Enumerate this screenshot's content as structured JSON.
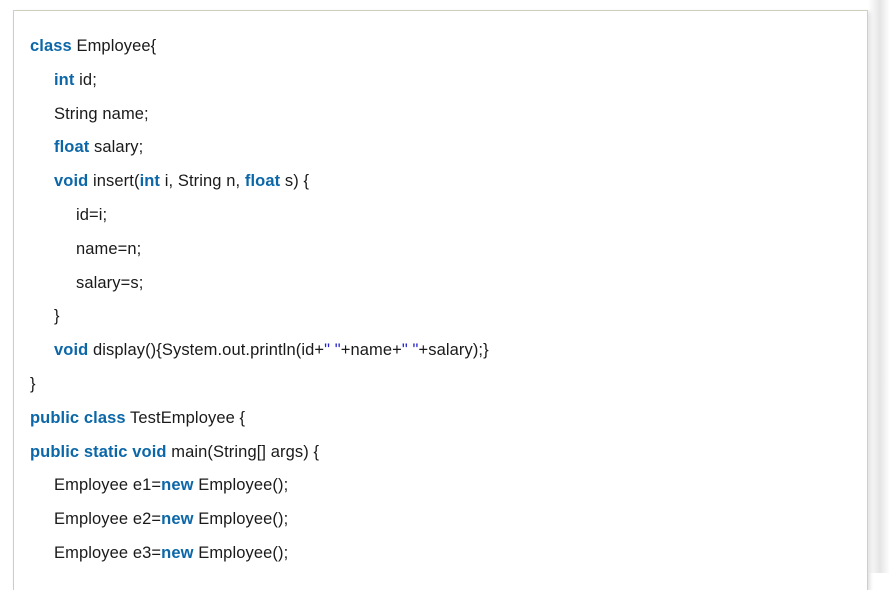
{
  "document": {
    "type": "java-code-listing",
    "language": "Java",
    "colors": {
      "keyword": "#0b67a8",
      "string": "#2222cc",
      "text": "#1a1a1a",
      "background": "#ffffff",
      "border": "#cfcfbf"
    },
    "code": {
      "plain_text": "class Employee{\n    int id;\n    String name;\n    float salary;\n    void insert(int i, String n, float s) {\n        id=i;\n        name=n;\n        salary=s;\n    }\n    void display(){System.out.println(id+\" \"+name+\" \"+salary);}\n}\npublic class TestEmployee {\npublic static void main(String[] args) {\n    Employee e1=new Employee();\n    Employee e2=new Employee();\n    Employee e3=new Employee();",
      "lines": [
        {
          "indent": 0,
          "tokens": [
            {
              "t": "kw",
              "v": "class"
            },
            {
              "t": "plain",
              "v": " Employee{"
            }
          ]
        },
        {
          "indent": 1,
          "tokens": [
            {
              "t": "kw",
              "v": "int"
            },
            {
              "t": "plain",
              "v": " id;"
            }
          ]
        },
        {
          "indent": 1,
          "tokens": [
            {
              "t": "plain",
              "v": "String name;"
            }
          ]
        },
        {
          "indent": 1,
          "tokens": [
            {
              "t": "kw",
              "v": "float"
            },
            {
              "t": "plain",
              "v": " salary;"
            }
          ]
        },
        {
          "indent": 1,
          "tokens": [
            {
              "t": "kw",
              "v": "void"
            },
            {
              "t": "plain",
              "v": " insert("
            },
            {
              "t": "kw",
              "v": "int"
            },
            {
              "t": "plain",
              "v": " i, String n, "
            },
            {
              "t": "kw",
              "v": "float"
            },
            {
              "t": "plain",
              "v": " s) {"
            }
          ]
        },
        {
          "indent": 2,
          "tokens": [
            {
              "t": "plain",
              "v": "id=i;"
            }
          ]
        },
        {
          "indent": 2,
          "tokens": [
            {
              "t": "plain",
              "v": "name=n;"
            }
          ]
        },
        {
          "indent": 2,
          "tokens": [
            {
              "t": "plain",
              "v": "salary=s;"
            }
          ]
        },
        {
          "indent": 1,
          "tokens": [
            {
              "t": "plain",
              "v": "}"
            }
          ]
        },
        {
          "indent": 1,
          "tokens": [
            {
              "t": "kw",
              "v": "void"
            },
            {
              "t": "plain",
              "v": " display(){System.out.println(id+"
            },
            {
              "t": "str",
              "v": "\" \""
            },
            {
              "t": "plain",
              "v": "+name+"
            },
            {
              "t": "str",
              "v": "\" \""
            },
            {
              "t": "plain",
              "v": "+salary);}"
            }
          ]
        },
        {
          "indent": 0,
          "tokens": [
            {
              "t": "plain",
              "v": "}"
            }
          ]
        },
        {
          "indent": 0,
          "tokens": [
            {
              "t": "kw",
              "v": "public class"
            },
            {
              "t": "plain",
              "v": " TestEmployee {"
            }
          ]
        },
        {
          "indent": 0,
          "tokens": [
            {
              "t": "kw",
              "v": "public static void"
            },
            {
              "t": "plain",
              "v": " main(String[] args) {"
            }
          ]
        },
        {
          "indent": 1,
          "tokens": [
            {
              "t": "plain",
              "v": "Employee e1="
            },
            {
              "t": "kw",
              "v": "new"
            },
            {
              "t": "plain",
              "v": " Employee();"
            }
          ]
        },
        {
          "indent": 1,
          "tokens": [
            {
              "t": "plain",
              "v": "Employee e2="
            },
            {
              "t": "kw",
              "v": "new"
            },
            {
              "t": "plain",
              "v": " Employee();"
            }
          ]
        },
        {
          "indent": 1,
          "tokens": [
            {
              "t": "plain",
              "v": "Employee e3="
            },
            {
              "t": "kw",
              "v": "new"
            },
            {
              "t": "plain",
              "v": " Employee();"
            }
          ]
        }
      ]
    }
  }
}
